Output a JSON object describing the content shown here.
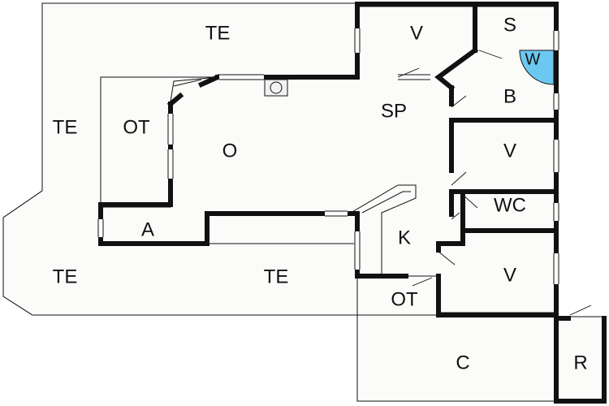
{
  "plan": {
    "colors": {
      "wall": "#111111",
      "floor": "#fbfbf9",
      "whirlpool": "#6cc8f0"
    },
    "rooms": {
      "te_top": "TE",
      "te_left": "TE",
      "te_bottom_left": "TE",
      "te_bottom_mid": "TE",
      "ot_left": "OT",
      "ot_bottom": "OT",
      "o": "O",
      "sp": "SP",
      "a": "A",
      "k": "K",
      "v_top": "V",
      "v_mid": "V",
      "v_bottom": "V",
      "s": "S",
      "w": "W",
      "b": "B",
      "wc": "WC",
      "c": "C",
      "r": "R"
    }
  }
}
